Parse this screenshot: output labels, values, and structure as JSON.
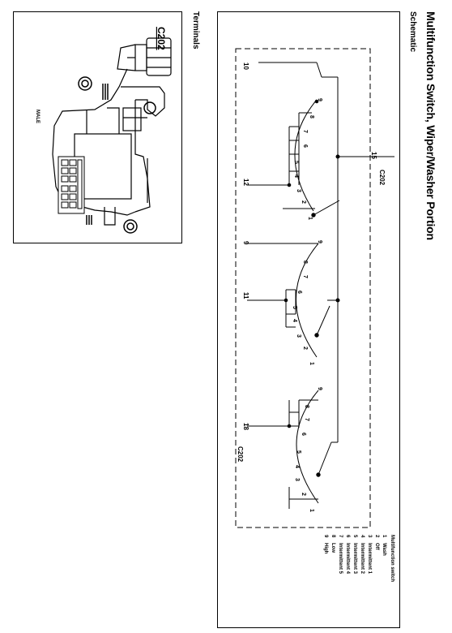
{
  "title": "Multifunction Switch, Wiper/Washer Portion",
  "subtitle": "Schematic",
  "terminals_heading": "Terminals",
  "connector": {
    "label": "C202",
    "gender": "MALE"
  },
  "schematic": {
    "connector_refs": [
      "C202",
      "C202"
    ],
    "pin_labels": {
      "p10": "10",
      "p12": "12",
      "p9": "9",
      "p11": "11",
      "p18": "18",
      "p15": "15"
    },
    "position_numbers": [
      "1",
      "2",
      "3",
      "4",
      "5",
      "6",
      "7",
      "8",
      "9"
    ]
  },
  "legend": {
    "heading": "Multifunction switch",
    "items": [
      {
        "num": "1",
        "label": "Wash"
      },
      {
        "num": "2",
        "label": "Off"
      },
      {
        "num": "3",
        "label": "Intermittent 1"
      },
      {
        "num": "4",
        "label": "Intermittent 2"
      },
      {
        "num": "5",
        "label": "Intermittent 3"
      },
      {
        "num": "6",
        "label": "Intermittent 4"
      },
      {
        "num": "7",
        "label": "Intermittent 5"
      },
      {
        "num": "8",
        "label": "Low"
      },
      {
        "num": "9",
        "label": "High"
      }
    ]
  }
}
